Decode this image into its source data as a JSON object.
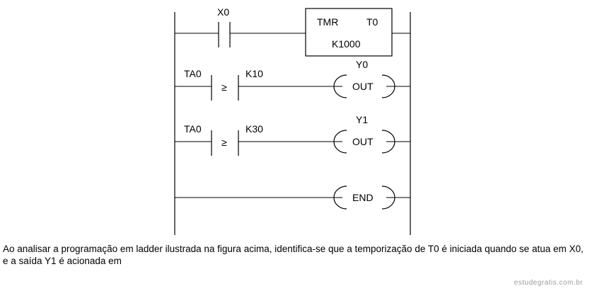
{
  "diagram": {
    "rungs": [
      {
        "contact_label": "X0",
        "timer": {
          "title": "TMR",
          "id": "T0",
          "preset": "K1000"
        }
      },
      {
        "compare": {
          "operand": "TA0",
          "operator": "≥",
          "constant": "K10"
        },
        "coil": {
          "address": "Y0",
          "label": "OUT"
        }
      },
      {
        "compare": {
          "operand": "TA0",
          "operator": "≥",
          "constant": "K30"
        },
        "coil": {
          "address": "Y1",
          "label": "OUT"
        }
      },
      {
        "coil": {
          "label": "END"
        }
      }
    ]
  },
  "question": {
    "text": "Ao analisar a programação em ladder ilustrada na figura acima, identifica-se que a temporização de T0 é iniciada quando se atua em X0, e a saída Y1 é acionada em"
  },
  "watermark": "estudegratis.com.br"
}
